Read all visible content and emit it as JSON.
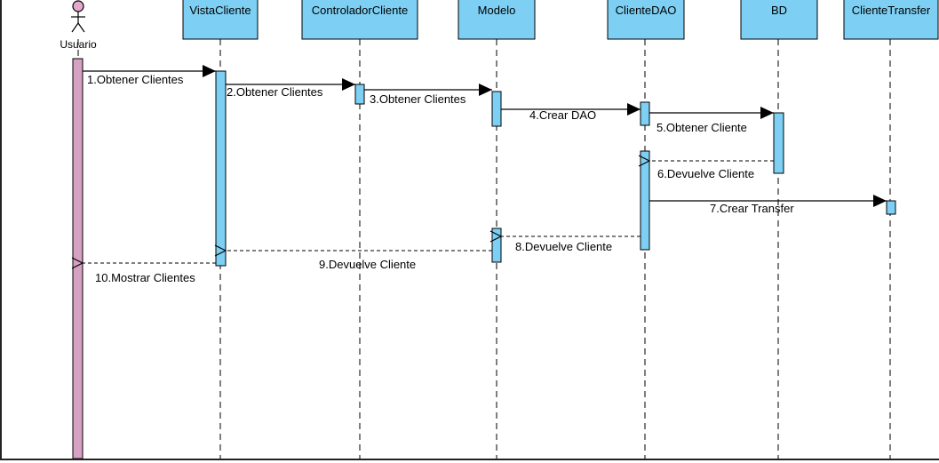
{
  "actor": {
    "name": "Usuario"
  },
  "lifelines": [
    {
      "id": "vista",
      "name": "VistaCliente"
    },
    {
      "id": "controlador",
      "name": "ControladorCliente"
    },
    {
      "id": "modelo",
      "name": "Modelo"
    },
    {
      "id": "dao",
      "name": "ClienteDAO"
    },
    {
      "id": "bd",
      "name": "BD"
    },
    {
      "id": "transfer",
      "name": "ClienteTransfer"
    }
  ],
  "messages": [
    {
      "id": "m1",
      "label": "1.Obtener Clientes",
      "from": "actor",
      "to": "vista",
      "kind": "sync"
    },
    {
      "id": "m2",
      "label": "2.Obtener Clientes",
      "from": "vista",
      "to": "controlador",
      "kind": "sync"
    },
    {
      "id": "m3",
      "label": "3.Obtener Clientes",
      "from": "controlador",
      "to": "modelo",
      "kind": "sync"
    },
    {
      "id": "m4",
      "label": "4.Crear DAO",
      "from": "modelo",
      "to": "dao",
      "kind": "sync"
    },
    {
      "id": "m5",
      "label": "5.Obtener Cliente",
      "from": "dao",
      "to": "bd",
      "kind": "sync"
    },
    {
      "id": "m6",
      "label": "6.Devuelve Cliente",
      "from": "bd",
      "to": "dao",
      "kind": "return"
    },
    {
      "id": "m7",
      "label": "7.Crear Transfer",
      "from": "dao",
      "to": "transfer",
      "kind": "sync"
    },
    {
      "id": "m8",
      "label": "8.Devuelve Cliente",
      "from": "dao",
      "to": "modelo",
      "kind": "return"
    },
    {
      "id": "m9",
      "label": "9.Devuelve Cliente",
      "from": "modelo",
      "to": "vista",
      "kind": "return"
    },
    {
      "id": "m10",
      "label": "10.Mostrar Clientes",
      "from": "vista",
      "to": "actor",
      "kind": "return"
    }
  ],
  "colors": {
    "header_fill": "#7dcff3",
    "activation_fill": "#7dcff3",
    "actor_activation_fill": "#d7a1c3",
    "actor_head_fill": "#e3a9cc",
    "line": "#000000",
    "lifeline": "#555555"
  }
}
